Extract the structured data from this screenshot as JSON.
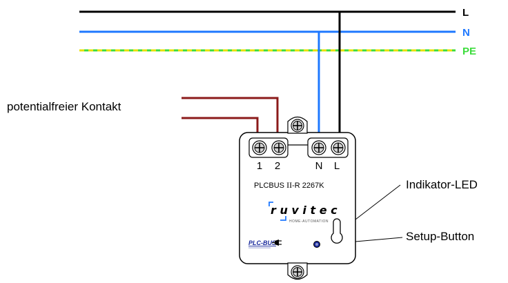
{
  "lines": {
    "L": {
      "label": "L",
      "color": "#000000"
    },
    "N": {
      "label": "N",
      "color": "#1e78ff"
    },
    "PE": {
      "label": "PE",
      "label_color": "#3cdc3c",
      "color_a": "#e8e000",
      "color_b": "#3cdc3c"
    }
  },
  "contact": {
    "label": "potentialfreier Kontakt",
    "wire_color": "#8b1a1a"
  },
  "device": {
    "terminals": {
      "t1": "1",
      "t2": "2",
      "tN": "N",
      "tL": "L"
    },
    "model": {
      "prefix": "PLCBUS",
      "roman": "II",
      "suffix": "-R",
      "number": "2267",
      "variant": "K"
    },
    "brand": {
      "name": "r u v i t e c",
      "tagline": "HOME-AUTOMATION",
      "accent": "#1e78ff"
    },
    "logo": "PLC-BUS"
  },
  "callouts": {
    "led": "Indikator-LED",
    "setup": "Setup-Button"
  }
}
